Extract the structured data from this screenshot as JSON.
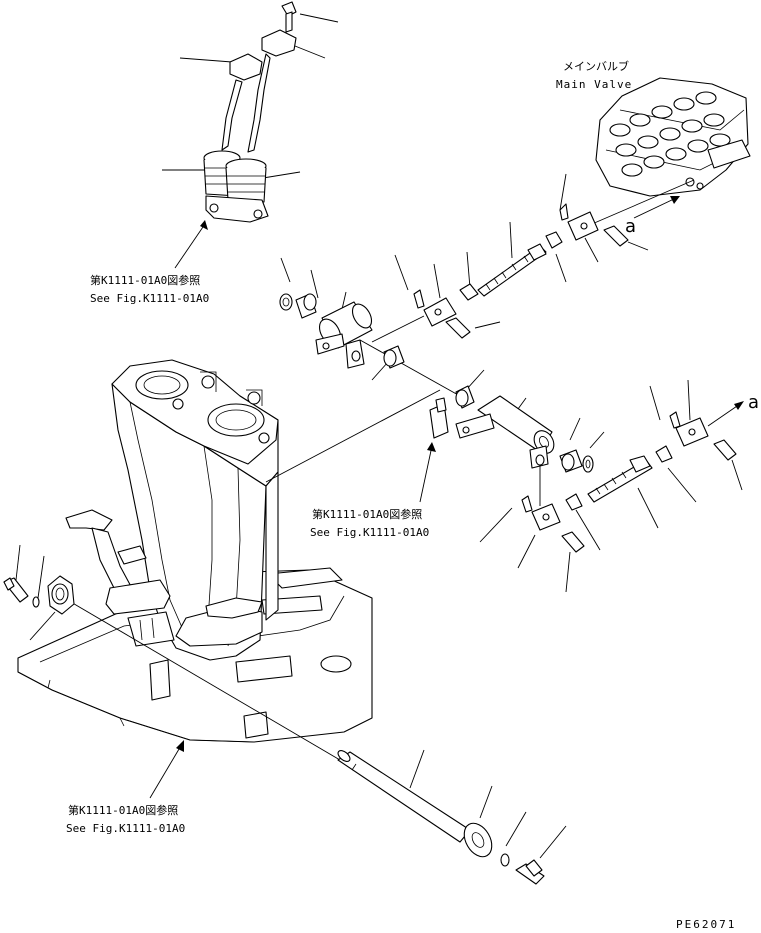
{
  "main_valve": {
    "jp": "メインバルブ",
    "en": "Main Valve"
  },
  "refs": [
    {
      "jp": "第K1111-01A0図参照",
      "en": "See Fig.K1111-01A0"
    },
    {
      "jp": "第K1111-01A0図参照",
      "en": "See Fig.K1111-01A0"
    },
    {
      "jp": "第K1111-01A0図参照",
      "en": "See Fig.K1111-01A0"
    }
  ],
  "connection_marks": [
    "a",
    "a"
  ],
  "drawing_number": "PE62071"
}
